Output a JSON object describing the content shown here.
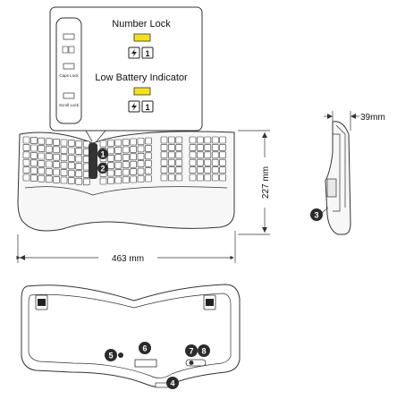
{
  "callout": {
    "number_lock_label": "Number Lock",
    "low_battery_label": "Low Battery Indicator",
    "led_color": "#f2e21c",
    "bolt_glyph": "⚡",
    "one_glyph": "1"
  },
  "side_panel": {
    "caps_label": "Caps Lock",
    "scroll_label": "Scroll Lock"
  },
  "dimensions": {
    "width": "463 mm",
    "height": "227 mm",
    "depth": "39mm"
  },
  "markers": {
    "m1": "1",
    "m2": "2",
    "m3": "3",
    "m4": "4",
    "m5": "5",
    "m6": "6",
    "m7": "7",
    "m8": "8"
  },
  "colors": {
    "line": "#333333",
    "fill": "#f5f5f5",
    "badge": "#2b2b2b"
  }
}
